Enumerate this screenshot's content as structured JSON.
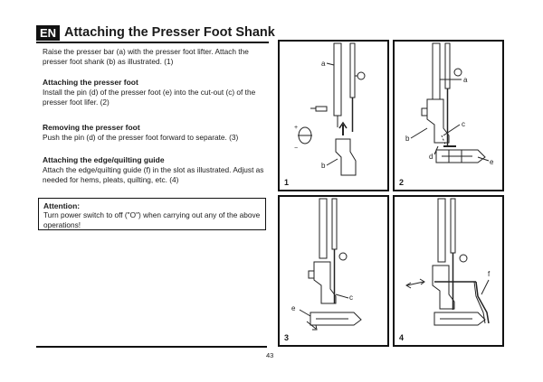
{
  "header": {
    "lang_badge": "EN",
    "title": "Attaching the Presser Foot Shank"
  },
  "intro": "Raise the presser bar (a) with the presser foot lifter. Attach the presser foot shank (b) as illustrated. (1)",
  "sections": [
    {
      "heading": "Attaching the presser foot",
      "body": "Install the pin (d) of the presser foot (e) into the cut-out (c) of the presser foot lifer. (2)"
    },
    {
      "heading": "Removing the presser foot",
      "body": "Push the pin (d) of the presser foot forward to separate. (3)"
    },
    {
      "heading": "Attaching the edge/quilting guide",
      "body": "Attach the edge/quilting guide (f) in the slot as illustrated. Adjust as needed for hems, pleats, quilting, etc. (4)"
    }
  ],
  "attention": {
    "heading": "Attention:",
    "body": "Turn power switch to off (\"O\") when carrying out any of the above operations!"
  },
  "page_number": "43",
  "figures": [
    {
      "number": "1",
      "labels": {
        "a": "a",
        "b": "b"
      }
    },
    {
      "number": "2",
      "labels": {
        "a": "a",
        "b": "b",
        "c": "c",
        "d": "d",
        "e": "e"
      }
    },
    {
      "number": "3",
      "labels": {
        "c": "c",
        "e": "e"
      }
    },
    {
      "number": "4",
      "labels": {
        "f": "f"
      }
    }
  ]
}
